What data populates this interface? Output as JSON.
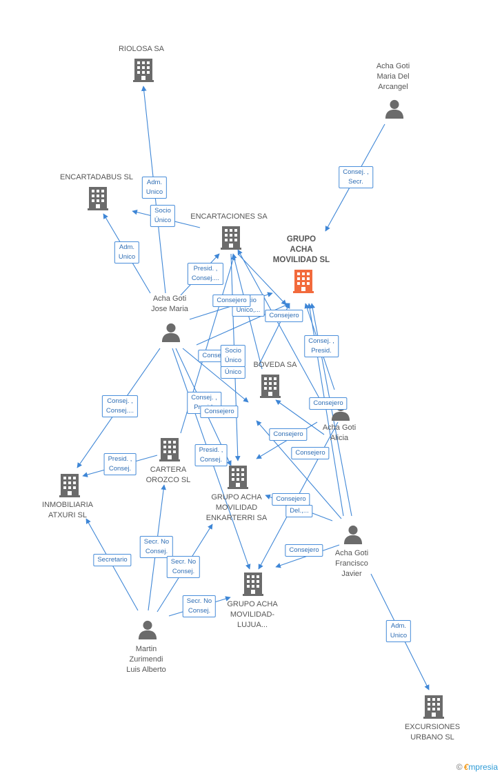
{
  "colors": {
    "edge": "#3e86d6",
    "company": "#6b6b6b",
    "main_company": "#f26a3c",
    "person": "#6b6b6b"
  },
  "nodes": [
    {
      "id": "riolosa",
      "type": "company",
      "label": "RIOLOSA SA"
    },
    {
      "id": "acha_maria",
      "type": "person",
      "label": "Acha Goti\nMaria Del\nArcangel"
    },
    {
      "id": "encartadabus",
      "type": "company",
      "label": "ENCARTADABUS SL"
    },
    {
      "id": "encartaciones",
      "type": "company",
      "label": "ENCARTACIONES SA"
    },
    {
      "id": "grupo_acha",
      "type": "company",
      "main": true,
      "label": "GRUPO\nACHA\nMOVILIDAD SL"
    },
    {
      "id": "acha_jose",
      "type": "person",
      "label": "Acha Goti\nJose Maria"
    },
    {
      "id": "boveda",
      "type": "company",
      "label": "BOVEDA SA"
    },
    {
      "id": "acha_alicia",
      "type": "person",
      "label": "Acha Goti\nAlicia"
    },
    {
      "id": "cartera",
      "type": "company",
      "label": "CARTERA\nOROZCO SL"
    },
    {
      "id": "inmobiliaria",
      "type": "company",
      "label": "INMOBILIARIA\nATXURI SL"
    },
    {
      "id": "enkarterri",
      "type": "company",
      "label": "GRUPO ACHA\nMOVILIDAD\nENKARTERRI SA"
    },
    {
      "id": "acha_francisco",
      "type": "person",
      "label": "Acha Goti\nFrancisco\nJavier"
    },
    {
      "id": "lujua",
      "type": "company",
      "label": "GRUPO ACHA\nMOVILIDAD-\nLUJUA..."
    },
    {
      "id": "martin",
      "type": "person",
      "label": "Martin\nZurimendi\nLuis Alberto"
    },
    {
      "id": "excursiones",
      "type": "company",
      "label": "EXCURSIONES\nURBANO SL"
    }
  ],
  "edge_labels": [
    {
      "id": "l1",
      "text": "Adm.\nUnico"
    },
    {
      "id": "l2",
      "text": "Consej. ,\nSecr."
    },
    {
      "id": "l3",
      "text": "Socio\nÚnico"
    },
    {
      "id": "l4",
      "text": "Adm.\nUnico"
    },
    {
      "id": "l5",
      "text": "Presid. ,\nConsej...."
    },
    {
      "id": "l6",
      "text": "Socio\nÚnico,..."
    },
    {
      "id": "l7",
      "text": "Consejero"
    },
    {
      "id": "l8",
      "text": "Consejero"
    },
    {
      "id": "l9",
      "text": "Consej. ,\nPresid."
    },
    {
      "id": "l10",
      "text": "Consejero"
    },
    {
      "id": "l11",
      "text": "Socio\nÚnico"
    },
    {
      "id": "l12",
      "text": "Único"
    },
    {
      "id": "l13",
      "text": "Consej. ,\nConsej...."
    },
    {
      "id": "l14",
      "text": "Consej. ,\nPresid."
    },
    {
      "id": "l15",
      "text": "Consejero"
    },
    {
      "id": "l16",
      "text": "Consejero"
    },
    {
      "id": "l17",
      "text": "Consejero"
    },
    {
      "id": "l18",
      "text": "Presid. ,\nConsej."
    },
    {
      "id": "l19",
      "text": "Presid. ,\nConsej."
    },
    {
      "id": "l20",
      "text": "Consejero"
    },
    {
      "id": "l21",
      "text": "Del.,..."
    },
    {
      "id": "l22",
      "text": "Consejero"
    },
    {
      "id": "l23",
      "text": "Secretario"
    },
    {
      "id": "l24",
      "text": "Secr. No\nConsej."
    },
    {
      "id": "l25",
      "text": "Secr. No\nConsej."
    },
    {
      "id": "l26",
      "text": "Secr. No\nConsej."
    },
    {
      "id": "l27",
      "text": "Adm.\nUnico"
    },
    {
      "id": "l28",
      "text": "Consejero"
    }
  ],
  "copyright": {
    "symbol": "©",
    "brand_e": "€",
    "brand_rest": "mpresia"
  }
}
